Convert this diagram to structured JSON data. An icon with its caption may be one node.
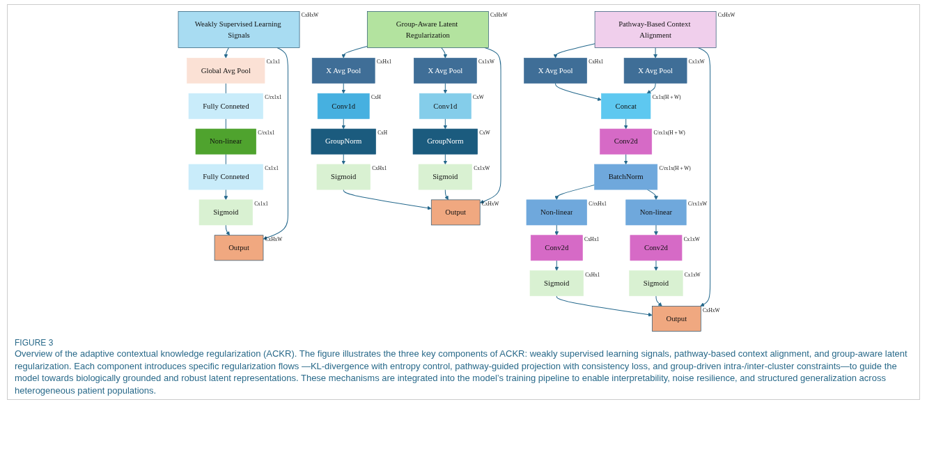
{
  "diagram": {
    "caption": "Overview of the adaptive contextual knowledge regularization (ACKR). The figure illustrates the three key components of ACKR: weakly supervised learning signals, pathway-based context alignment, and group-aware latent regularization. Each component introduces specific regularization flows —KL-divergence with entropy control, pathway-guided projection with consistency loss, and group-driven intra-/inter-cluster constraints—to guide the model towards biologically grounded and robust latent representations. These mechanisms are integrated into the model’s training pipeline to enable interpretability, noise resilience, and structured generalization across heterogeneous patient populations.",
    "nodes": [
      {
        "text": [
          "Weakly Supervised Learning Signals"
        ],
        "beside": [
          "CxHxW"
        ]
      },
      {
        "text": [
          "Global Avg Pool"
        ],
        "beside": [
          "Cx1x1"
        ]
      },
      {
        "text": [
          "Fully Conneted"
        ],
        "beside": [
          "C/rx1x1"
        ]
      },
      {
        "text": [
          "Non-linear"
        ],
        "beside": [
          "C/rx1x1"
        ]
      },
      {
        "text": [
          "Fully Conneted"
        ],
        "beside": [
          "Cx1x1"
        ]
      },
      {
        "text": [
          "Sigmoid"
        ],
        "beside": [
          "Cx1x1"
        ]
      },
      {
        "text": [
          "Output"
        ],
        "beside": [
          "CxHxW"
        ]
      },
      {
        "text": [
          "Pathway-Based Context Alignment"
        ],
        "beside": [
          "CxHxW"
        ]
      },
      {
        "text": [
          "X Avg Pool"
        ],
        "beside": [
          "CxHx1"
        ]
      },
      {
        "text": [
          "X Avg Pool"
        ],
        "beside": [
          "Cx1xW"
        ]
      },
      {
        "text": [
          "Concat"
        ],
        "beside": [
          "Cx1x(H + W)"
        ]
      },
      {
        "text": [
          "Conv2d"
        ],
        "beside": [
          "C/rx1x(H + W)"
        ]
      },
      {
        "text": [
          "BatchNorm"
        ],
        "beside": [
          "C/rx1x(H + W)"
        ]
      },
      {
        "text": [
          "Non-linear"
        ],
        "beside": [
          "C/rxHx1"
        ]
      },
      {
        "text": [
          "Non-linear"
        ],
        "beside": [
          "C/rx1xW"
        ]
      },
      {
        "text": [
          "Conv2d"
        ],
        "beside": [
          "CxHx1"
        ]
      },
      {
        "text": [
          "Conv2d"
        ],
        "beside": [
          "Cx1xW"
        ]
      },
      {
        "text": [
          "Sigmoid"
        ],
        "beside": [
          "CxHx1"
        ]
      },
      {
        "text": [
          "Sigmoid"
        ],
        "beside": [
          "Cx1xW"
        ]
      },
      {
        "text": [
          "Output"
        ],
        "beside": [
          "CxHxW"
        ]
      },
      {
        "text": [
          "Group-Aware Latent Regularization"
        ],
        "beside": [
          "CxHxW"
        ]
      },
      {
        "text": [
          "X Avg Pool"
        ],
        "beside": [
          "CxHx1"
        ]
      },
      {
        "text": [
          "X Avg Pool"
        ],
        "beside": [
          "Cx1xW"
        ]
      },
      {
        "text": [
          "Conv1d"
        ],
        "beside": [
          "CxH"
        ]
      },
      {
        "text": [
          "Conv1d"
        ],
        "beside": [
          "CxW"
        ]
      },
      {
        "text": [
          "GroupNorm"
        ],
        "beside": [
          "CxH"
        ]
      },
      {
        "text": [
          "GroupNorm"
        ],
        "beside": [
          "CxW"
        ]
      },
      {
        "text": [
          "Sigmoid"
        ],
        "beside": [
          "CxHx1"
        ]
      },
      {
        "text": [
          "Sigmoid"
        ],
        "beside": [
          "Cx1xW"
        ]
      },
      {
        "text": [
          "Output"
        ],
        "beside": [
          "CxHxW"
        ]
      }
    ],
    "edges": [
      {
        "from": 0,
        "to": 1,
        "arrow": "to"
      },
      {
        "from": 1,
        "to": 2,
        "arrow": "none"
      },
      {
        "from": 2,
        "to": 3,
        "arrow": "none"
      },
      {
        "from": 3,
        "to": 4,
        "arrow": "none"
      },
      {
        "from": 4,
        "to": 5,
        "arrow": "to"
      },
      {
        "from": 5,
        "to": 6,
        "arrow": "to"
      },
      {
        "from": 0,
        "to": 6,
        "arrow": "to"
      },
      {
        "from": 7,
        "to": 8,
        "arrow": "to"
      },
      {
        "from": 7,
        "to": 9,
        "arrow": "to"
      },
      {
        "from": 8,
        "to": 10,
        "arrow": "to"
      },
      {
        "from": 9,
        "to": 10,
        "arrow": "to"
      },
      {
        "from": 10,
        "to": 11,
        "arrow": "to"
      },
      {
        "from": 11,
        "to": 12,
        "arrow": "to"
      },
      {
        "from": 12,
        "to": 13,
        "arrow": "to"
      },
      {
        "from": 12,
        "to": 14,
        "arrow": "to"
      },
      {
        "from": 13,
        "to": 15,
        "arrow": "to"
      },
      {
        "from": 14,
        "to": 16,
        "arrow": "to"
      },
      {
        "from": 15,
        "to": 17,
        "arrow": "to"
      },
      {
        "from": 16,
        "to": 18,
        "arrow": "to"
      },
      {
        "from": 17,
        "to": 19,
        "arrow": "to"
      },
      {
        "from": 18,
        "to": 19,
        "arrow": "to"
      },
      {
        "from": 7,
        "to": 19,
        "arrow": "to"
      },
      {
        "from": 20,
        "to": 21,
        "arrow": "to"
      },
      {
        "from": 20,
        "to": 22,
        "arrow": "to"
      },
      {
        "from": 21,
        "to": 23,
        "arrow": "to"
      },
      {
        "from": 22,
        "to": 24,
        "arrow": "to"
      },
      {
        "from": 23,
        "to": 25,
        "arrow": "to"
      },
      {
        "from": 24,
        "to": 26,
        "arrow": "to"
      },
      {
        "from": 25,
        "to": 27,
        "arrow": "to"
      },
      {
        "from": 26,
        "to": 28,
        "arrow": "to"
      },
      {
        "from": 27,
        "to": 29,
        "arrow": "to"
      },
      {
        "from": 28,
        "to": 29,
        "arrow": "to"
      },
      {
        "from": 20,
        "to": 29,
        "arrow": "to"
      }
    ],
    "labels": [
      "FIGURE 3"
    ]
  }
}
